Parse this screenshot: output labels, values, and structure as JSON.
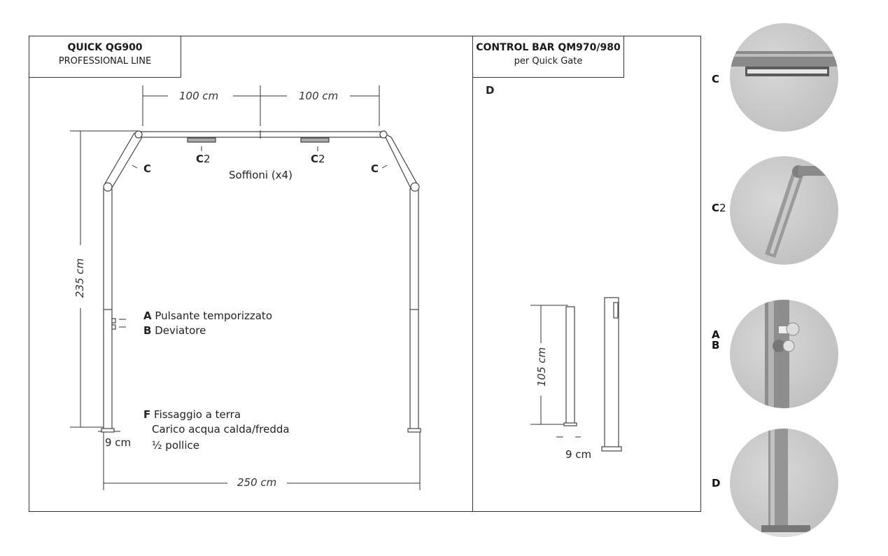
{
  "left_panel": {
    "title": "QUICK QG900",
    "subtitle": "PROFESSIONAL LINE",
    "dim_top_left": "100 cm",
    "dim_top_right": "100 cm",
    "dim_height": "235 cm",
    "dim_width": "250 cm",
    "dim_post": "9 cm",
    "label_c_left": "C",
    "label_c_right": "C",
    "label_c2_left_letter": "C",
    "label_c2_left_num": "2",
    "label_c2_right_letter": "C",
    "label_c2_right_num": "2",
    "nozzles_label": "Soffioni (x4)",
    "a_letter": "A",
    "a_text": "Pulsante temporizzato",
    "b_letter": "B",
    "b_text": "Deviatore",
    "f_letter": "F",
    "f_text_1": "Fissaggio a terra",
    "f_text_2": "Carico acqua calda/fredda",
    "f_text_3": "½ pollice"
  },
  "right_panel": {
    "title": "CONTROL BAR QM970/980",
    "subtitle": "per Quick Gate",
    "d_letter": "D",
    "dim_height": "105 cm",
    "dim_post": "9 cm"
  },
  "details": [
    {
      "letter": "C",
      "letter2": "",
      "sub": ""
    },
    {
      "letter": "C",
      "letter2": "",
      "sub": "2"
    },
    {
      "letter": "A",
      "letter2": "B",
      "sub": ""
    },
    {
      "letter": "D",
      "letter2": "",
      "sub": ""
    }
  ]
}
